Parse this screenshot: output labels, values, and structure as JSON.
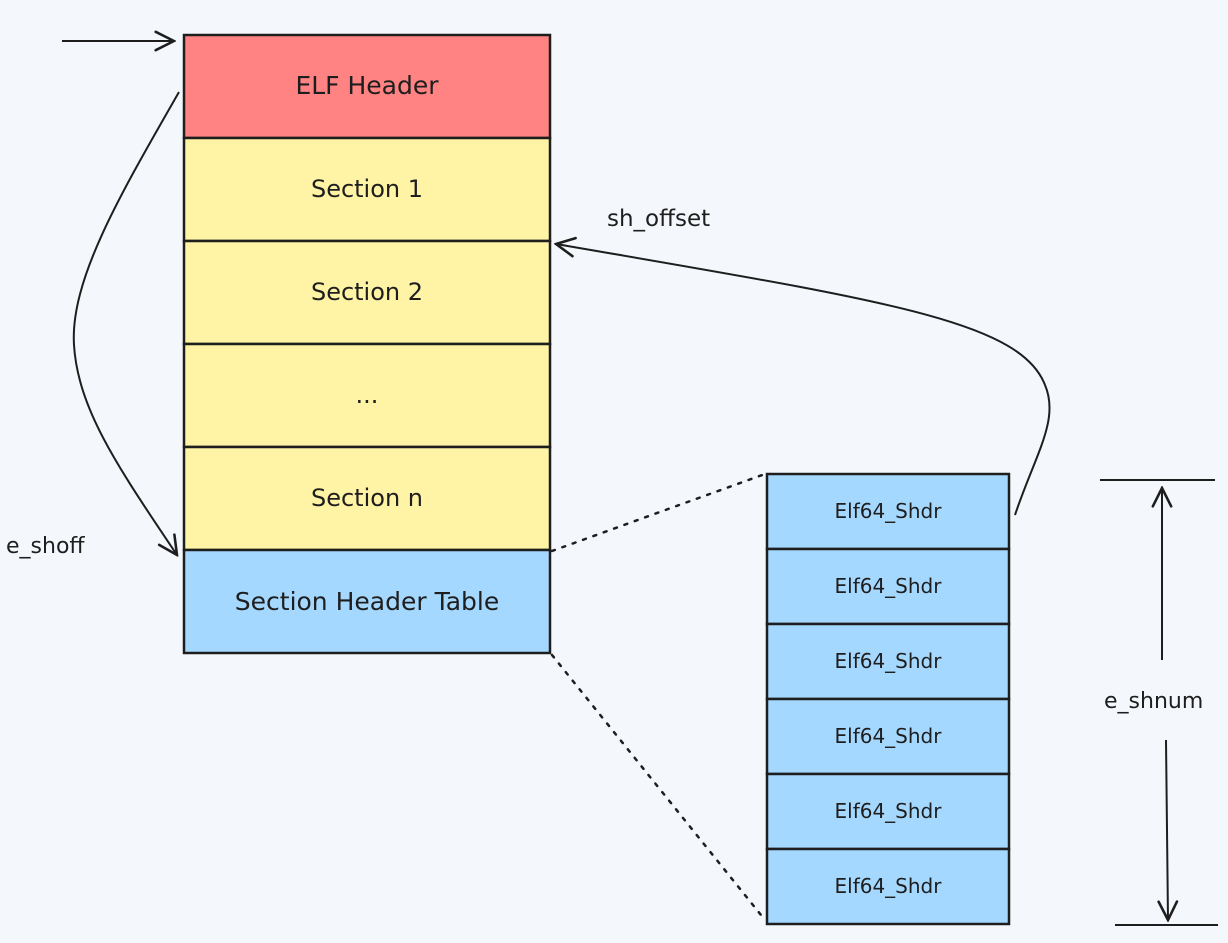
{
  "colors": {
    "background": "#f4f8fc",
    "elf_header_fill": "#ff8383",
    "section_fill": "#fff3a5",
    "section_header_table_fill": "#a5d8ff",
    "shdr_fill": "#a5d8ff",
    "stroke": "#1e1e1e"
  },
  "file_layout": {
    "elf_header": "ELF Header",
    "sections": [
      "Section 1",
      "Section 2",
      "...",
      "Section n"
    ],
    "section_header_table": "Section Header Table"
  },
  "shdr_table": {
    "entries": [
      "Elf64_Shdr",
      "Elf64_Shdr",
      "Elf64_Shdr",
      "Elf64_Shdr",
      "Elf64_Shdr",
      "Elf64_Shdr"
    ]
  },
  "annotations": {
    "sh_offset": "sh_offset",
    "e_shoff": "e_shoff",
    "e_shnum": "e_shnum"
  }
}
